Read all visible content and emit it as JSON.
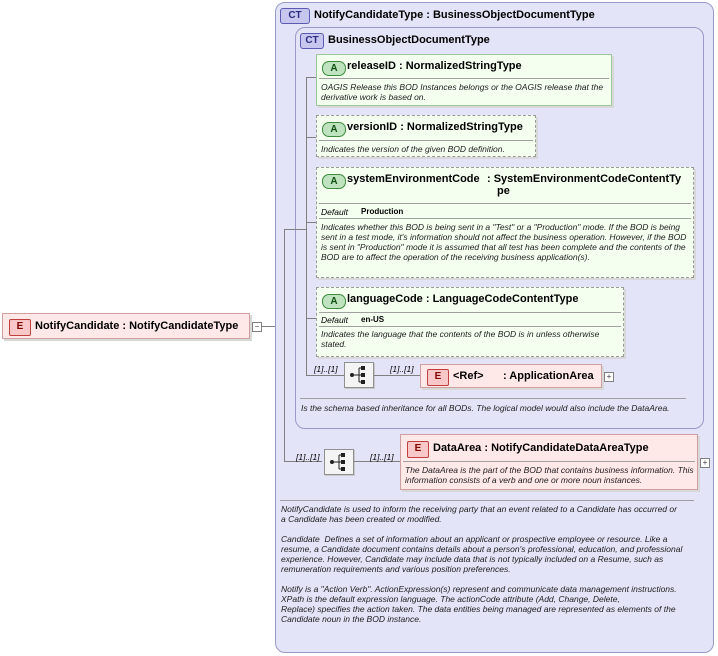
{
  "root_element": {
    "badge": "E",
    "label": "NotifyCandidate : NotifyCandidateType"
  },
  "outer_ct": {
    "badge": "CT",
    "label": "NotifyCandidateType : BusinessObjectDocumentType",
    "doc": "NotifyCandidate is used to inform the receiving party that an event related to a Candidate has occurred or\na Candidate has been created or modified.\n\nCandidate  Defines a set of information about an applicant or prospective employee or resource. Like a resume, a Candidate document contains details about a person's professional, education, and professional experience. However, Candidate may include data that is not typically included on a Resume, such as remuneration requirements and various position preferences.\n\nNotify is a \"Action Verb\". ActionExpression(s) represent and communicate data management instructions. XPath is the default expression language. The actionCode attribute (Add, Change, Delete,\nReplace) specifies the action taken. The data entities being managed are represented as elements of the Candidate noun in the BOD instance."
  },
  "inner_ct": {
    "badge": "CT",
    "label": "BusinessObjectDocumentType",
    "doc": "Is the schema based inheritance for all BODs. The logical model would also include the DataArea."
  },
  "attributes": [
    {
      "badge": "A",
      "name": "releaseID",
      "type": ": NormalizedStringType",
      "doc": "OAGIS Release this BOD Instances belongs or the OAGIS release that the derivative work is based on."
    },
    {
      "badge": "A",
      "name": "versionID",
      "type": ": NormalizedStringType",
      "doc": "Indicates the version of the given BOD definition."
    },
    {
      "badge": "A",
      "name": "systemEnvironmentCode",
      "type": ": SystemEnvironmentCodeContentTy",
      "type2": "pe",
      "default_label": "Default",
      "default_value": "Production",
      "doc": "Indicates whether this BOD is being sent in a \"Test\" or a \"Production\" mode. If the BOD is being sent in a test mode, it's information should not affect the business operation. However, if the BOD is sent in \"Production\" mode it is assumed that all test has been complete and the contents of the BOD are to affect the operation of the receiving business application(s)."
    },
    {
      "badge": "A",
      "name": "languageCode",
      "type": ": LanguageCodeContentType",
      "default_label": "Default",
      "default_value": "en-US",
      "doc": "Indicates the language that the contents of the BOD is in unless otherwise stated."
    }
  ],
  "application_area": {
    "badge": "E",
    "label": "<Ref>",
    "type": ": ApplicationArea",
    "card_left": "[1]..[1]",
    "card_right": "[1]..[1]"
  },
  "data_area": {
    "badge": "E",
    "label": "DataArea : NotifyCandidateDataAreaType",
    "card_left": "[1]..[1]",
    "card_right": "[1]..[1]",
    "doc": "The DataArea is the part of the BOD that contains business information. This information consists of a verb and one or more noun instances."
  },
  "colors": {
    "ct_bg": "#e4e4f8",
    "attr_bg": "#f4fff0",
    "elem_bg": "#ffe8e8"
  }
}
